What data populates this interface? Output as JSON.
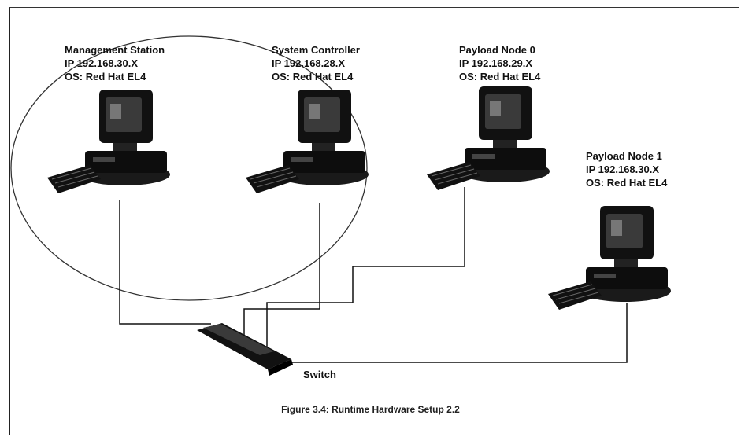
{
  "nodes": [
    {
      "id": "management",
      "name": "Management Station",
      "ip": "IP 192.168.30.X",
      "os": "OS: Red Hat EL4"
    },
    {
      "id": "controller",
      "name": "System Controller",
      "ip": "IP 192.168.28.X",
      "os": "OS: Red Hat EL4"
    },
    {
      "id": "payload0",
      "name": "Payload Node 0",
      "ip": "IP 192.168.29.X",
      "os": "OS: Red Hat EL4"
    },
    {
      "id": "payload1",
      "name": "Payload Node 1",
      "ip": "IP 192.168.30.X",
      "os": "OS: Red Hat EL4"
    }
  ],
  "switch_label": "Switch",
  "caption": "Figure 3.4: Runtime Hardware Setup 2.2"
}
